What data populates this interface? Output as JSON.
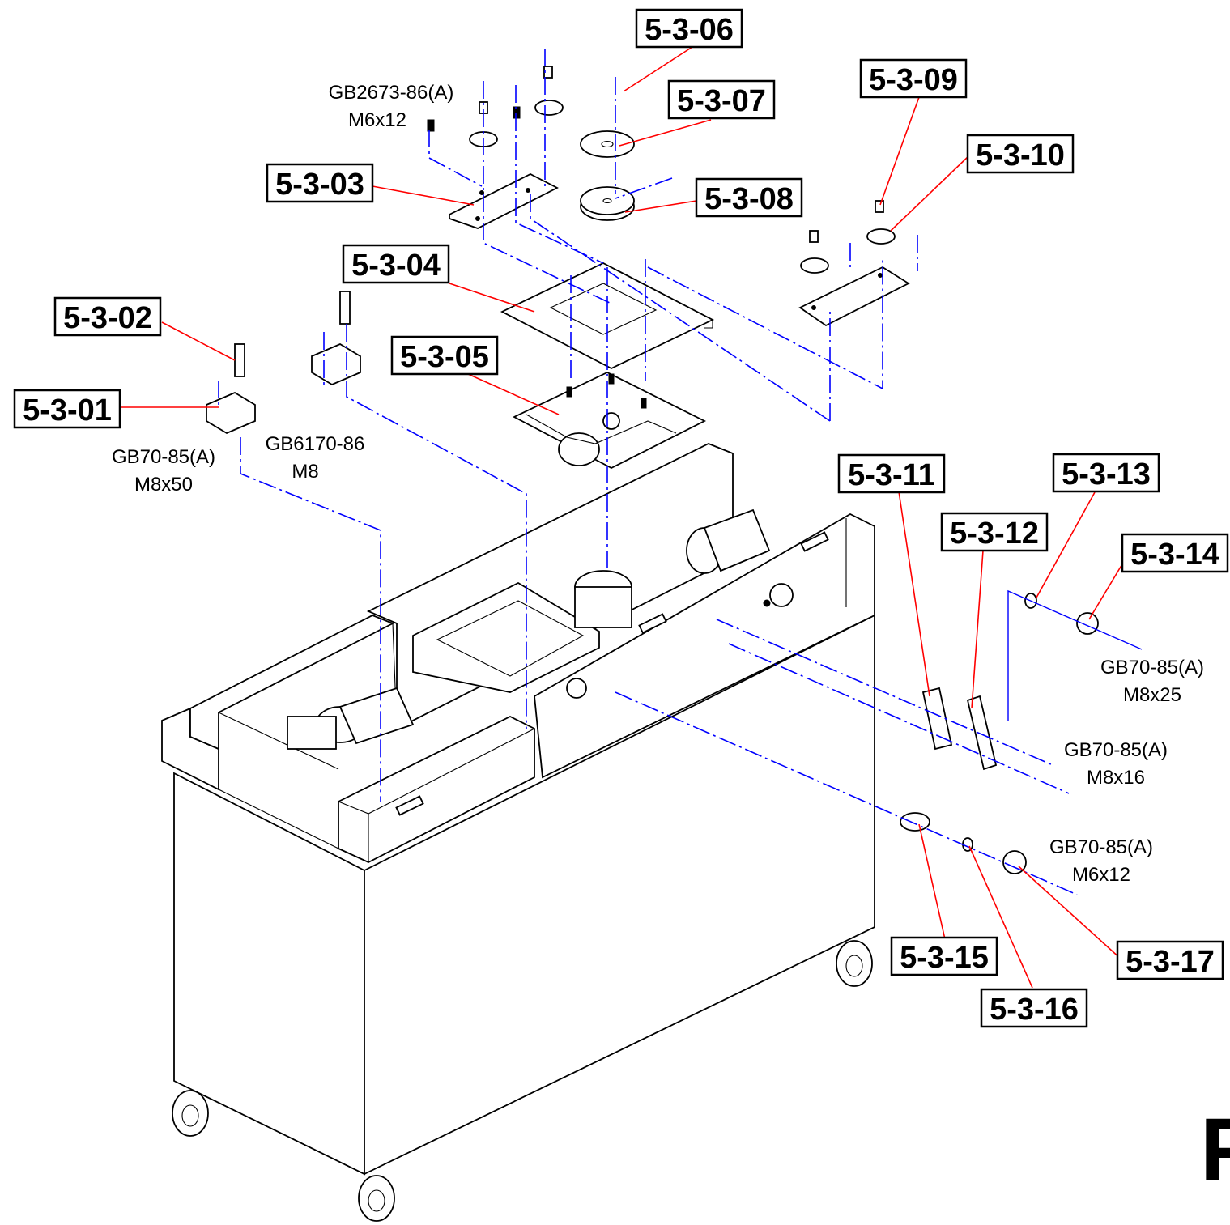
{
  "diagram": {
    "type": "exploded-assembly-drawing",
    "callouts": [
      {
        "id": "c01",
        "label": "5-3-01"
      },
      {
        "id": "c02",
        "label": "5-3-02"
      },
      {
        "id": "c03",
        "label": "5-3-03"
      },
      {
        "id": "c04",
        "label": "5-3-04"
      },
      {
        "id": "c05",
        "label": "5-3-05"
      },
      {
        "id": "c06",
        "label": "5-3-06"
      },
      {
        "id": "c07",
        "label": "5-3-07"
      },
      {
        "id": "c08",
        "label": "5-3-08"
      },
      {
        "id": "c09",
        "label": "5-3-09"
      },
      {
        "id": "c10",
        "label": "5-3-10"
      },
      {
        "id": "c11",
        "label": "5-3-11"
      },
      {
        "id": "c12",
        "label": "5-3-12"
      },
      {
        "id": "c13",
        "label": "5-3-13"
      },
      {
        "id": "c14",
        "label": "5-3-14"
      },
      {
        "id": "c15",
        "label": "5-3-15"
      },
      {
        "id": "c16",
        "label": "5-3-16"
      },
      {
        "id": "c17",
        "label": "5-3-17"
      }
    ],
    "fastener_specs": [
      {
        "id": "s1",
        "line1": "GB2673-86(A)",
        "line2": "M6x12"
      },
      {
        "id": "s2",
        "line1": "GB70-85(A)",
        "line2": "M8x50"
      },
      {
        "id": "s3",
        "line1": "GB6170-86",
        "line2": "M8"
      },
      {
        "id": "s4",
        "line1": "GB70-85(A)",
        "line2": "M8x25"
      },
      {
        "id": "s5",
        "line1": "GB70-85(A)",
        "line2": "M8x16"
      },
      {
        "id": "s6",
        "line1": "GB70-85(A)",
        "line2": "M6x12"
      }
    ],
    "page_letter": "F",
    "colors": {
      "leader": "#ff0000",
      "axis": "#0000ff",
      "outline": "#000000",
      "background": "#ffffff"
    }
  }
}
